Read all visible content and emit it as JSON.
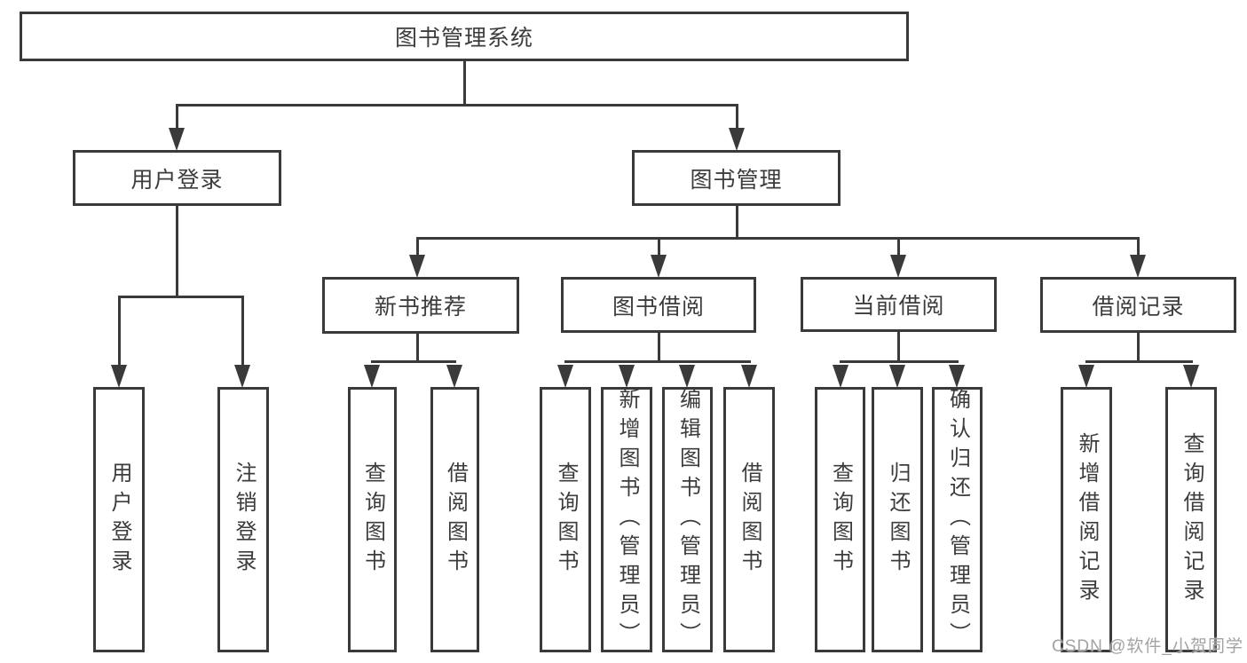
{
  "diagram": {
    "title": "图书管理系统",
    "watermark": "CSDN @软件_小贺同学",
    "colors": {
      "line": "#3a3a3a",
      "text": "#3c3c3c",
      "watermark": "#a3a3a3",
      "background": "#ffffff"
    },
    "nodes": {
      "root": "图书管理系统",
      "user_login": "用户登录",
      "book_management": "图书管理",
      "new_book_recommend": "新书推荐",
      "book_borrow": "图书借阅",
      "current_borrow": "当前借阅",
      "borrow_records": "借阅记录",
      "leaf_user_login": "用户登录",
      "leaf_logout": "注销登录",
      "leaf_nbr_query_books": "查询图书",
      "leaf_nbr_borrow_books": "借阅图书",
      "leaf_bb_query_books": "查询图书",
      "leaf_bb_add_books": "新增图书（管理员）",
      "leaf_bb_edit_books": "编辑图书（管理员）",
      "leaf_bb_borrow_books": "借阅图书",
      "leaf_cb_query_books": "查询图书",
      "leaf_cb_return_books": "归还图书",
      "leaf_cb_confirm_return": "确认归还（管理员）",
      "leaf_br_add_record": "新增借阅记录",
      "leaf_br_query_record": "查询借阅记录"
    },
    "hierarchy": {
      "图书管理系统": {
        "用户登录": [
          "用户登录",
          "注销登录"
        ],
        "图书管理": {
          "新书推荐": [
            "查询图书",
            "借阅图书"
          ],
          "图书借阅": [
            "查询图书",
            "新增图书（管理员）",
            "编辑图书（管理员）",
            "借阅图书"
          ],
          "当前借阅": [
            "查询图书",
            "归还图书",
            "确认归还（管理员）"
          ],
          "借阅记录": [
            "新增借阅记录",
            "查询借阅记录"
          ]
        }
      }
    }
  }
}
